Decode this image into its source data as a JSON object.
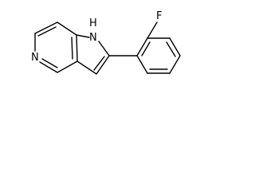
{
  "molecule": {
    "atoms": {
      "nh": "H",
      "n_ring": "N",
      "f": "F",
      "n_pyrrole": "N"
    }
  }
}
